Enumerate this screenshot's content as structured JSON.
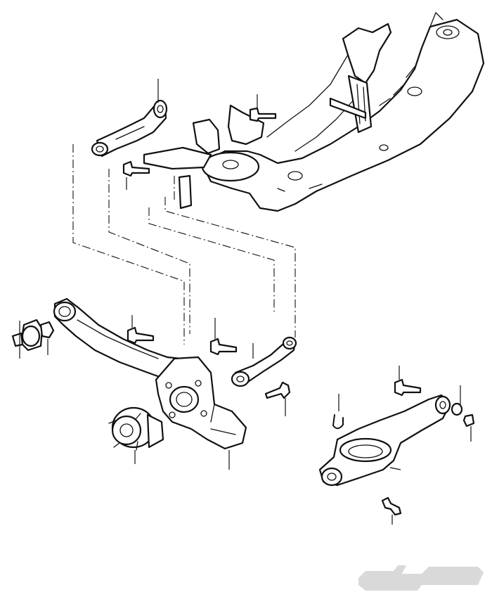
{
  "watermark": {
    "text": "حراج",
    "color": "#d4d4d4"
  },
  "parts": [
    {
      "id": "subframe",
      "icon": "rear-subframe"
    },
    {
      "id": "upper-control-arm",
      "icon": "curved-link-arm"
    },
    {
      "id": "trailing-arm",
      "icon": "trailing-arm"
    },
    {
      "id": "bushing",
      "icon": "rubber-bushing"
    },
    {
      "id": "knuckle",
      "icon": "rear-knuckle"
    },
    {
      "id": "wheel-hub",
      "icon": "hub-bearing"
    },
    {
      "id": "toe-link",
      "icon": "toe-link"
    },
    {
      "id": "lower-control-arm",
      "icon": "lower-spring-arm"
    },
    {
      "id": "clip",
      "icon": "retaining-clip"
    },
    {
      "id": "bolts",
      "icon": "flange-bolt"
    }
  ],
  "colors": {
    "line": "#111111",
    "background": "#ffffff"
  }
}
